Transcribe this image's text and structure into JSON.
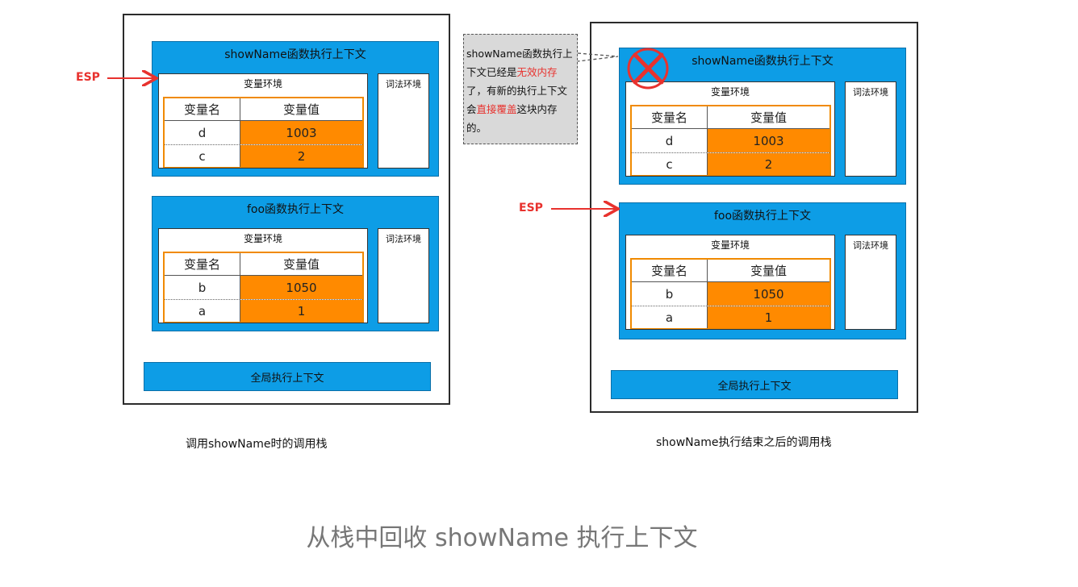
{
  "left_stack": {
    "contexts": [
      {
        "title": "showName函数执行上下文",
        "var_env_label": "变量环境",
        "lex_env_label": "词法环境",
        "table": {
          "header": [
            "变量名",
            "变量值"
          ],
          "rows": [
            [
              "d",
              "1003"
            ],
            [
              "c",
              "2"
            ]
          ]
        }
      },
      {
        "title": "foo函数执行上下文",
        "var_env_label": "变量环境",
        "lex_env_label": "词法环境",
        "table": {
          "header": [
            "变量名",
            "变量值"
          ],
          "rows": [
            [
              "b",
              "1050"
            ],
            [
              "a",
              "1"
            ]
          ]
        }
      }
    ],
    "global_label": "全局执行上下文",
    "esp_label": "ESP",
    "caption": "调用showName时的调用栈"
  },
  "right_stack": {
    "contexts": [
      {
        "title": "showName函数执行上下文",
        "var_env_label": "变量环境",
        "lex_env_label": "词法环境",
        "table": {
          "header": [
            "变量名",
            "变量值"
          ],
          "rows": [
            [
              "d",
              "1003"
            ],
            [
              "c",
              "2"
            ]
          ]
        }
      },
      {
        "title": "foo函数执行上下文",
        "var_env_label": "变量环境",
        "lex_env_label": "词法环境",
        "table": {
          "header": [
            "变量名",
            "变量值"
          ],
          "rows": [
            [
              "b",
              "1050"
            ],
            [
              "a",
              "1"
            ]
          ]
        }
      }
    ],
    "global_label": "全局执行上下文",
    "esp_label": "ESP",
    "caption": "showName执行结束之后的调用栈",
    "invalid_mark_icon": "red-x-icon"
  },
  "note": {
    "parts": [
      {
        "text": "showName函数执行上下文已经是",
        "highlight": false
      },
      {
        "text": "无效内存",
        "highlight": true
      },
      {
        "text": "了，有新的执行上下文会",
        "highlight": false
      },
      {
        "text": "直接覆盖",
        "highlight": true
      },
      {
        "text": "这块内存的。",
        "highlight": false
      }
    ]
  },
  "bottom_title": "从栈中回收 showName 执行上下文",
  "colors": {
    "context_blue": "#0d9de6",
    "value_orange": "#ff8a00",
    "esp_red": "#e8322e",
    "note_gray": "#d9d9d9"
  }
}
